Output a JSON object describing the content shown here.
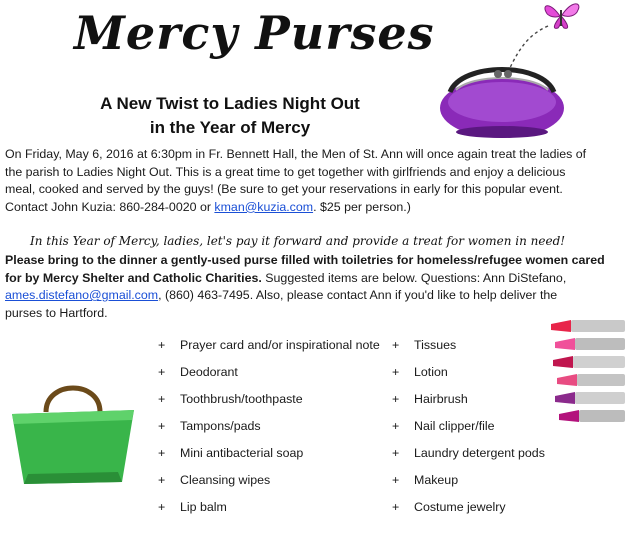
{
  "title": "Mercy Purses",
  "subtitle_line1": "A New Twist to Ladies Night Out",
  "subtitle_line2": "in the Year of Mercy",
  "intro": {
    "l1": "On Friday, May 6, 2016 at 6:30pm in Fr. Bennett Hall, the Men of St. Ann will once again treat the ladies of",
    "l2": "the parish to Ladies Night Out.  This is a great time to get together with girlfriends and enjoy a delicious",
    "l3": "meal, cooked and served by the guys!  (Be sure to get your reservations in early for this popular event.",
    "l4_pre": "Contact John Kuzia: 860-284-0020 or ",
    "l4_email": "kman@kuzia.com",
    "l4_post": ".  $25 per person.)"
  },
  "script_line": "In this Year of Mercy, ladies, let's pay it forward and provide a treat for women in need!",
  "appeal": {
    "l1": "Please bring to the dinner a gently-used purse filled with toiletries for homeless/refugee women cared",
    "l2_bold": "for by Mercy Shelter and Catholic Charities.",
    "l2_rest": "  Suggested items are below.  Questions:  Ann DiStefano,",
    "l3_email": "ames.distefano@gmail.com",
    "l3_rest": ", (860) 463-7495.  Also, please contact Ann if you'd like to help deliver the",
    "l4": "purses to Hartford."
  },
  "bullet": "+",
  "items_left": [
    "Prayer card and/or inspirational note",
    "Deodorant",
    "Toothbrush/toothpaste",
    "Tampons/pads",
    "Mini antibacterial soap",
    "Cleansing wipes",
    "Lip balm"
  ],
  "items_right": [
    "Tissues",
    "Lotion",
    "Hairbrush",
    "Nail clipper/file",
    "Laundry detergent pods",
    "Makeup",
    "Costume jewelry"
  ],
  "colors": {
    "purse_purple": "#8a2ab8",
    "bag_green": "#39b54a",
    "butterfly_pink": "#e44ad8",
    "link": "#1a4fd6"
  }
}
